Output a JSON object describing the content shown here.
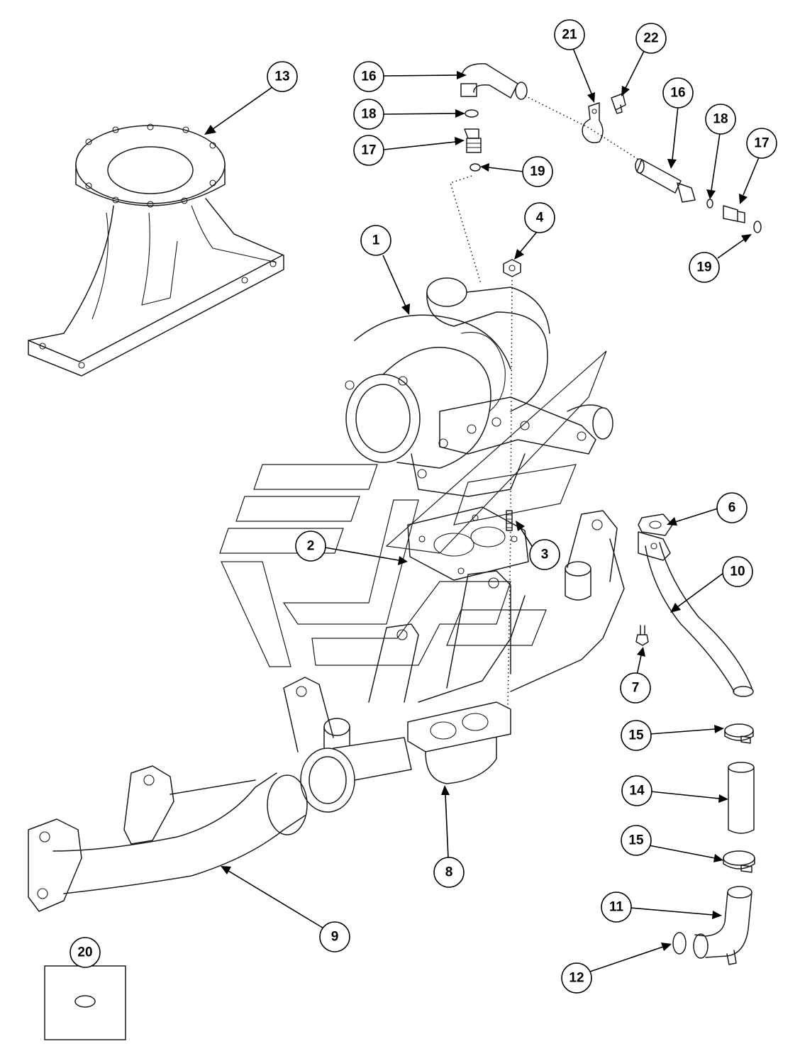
{
  "diagram": {
    "callouts": [
      {
        "label": "1"
      },
      {
        "label": "2"
      },
      {
        "label": "3"
      },
      {
        "label": "4"
      },
      {
        "label": "6"
      },
      {
        "label": "7"
      },
      {
        "label": "8"
      },
      {
        "label": "9"
      },
      {
        "label": "10"
      },
      {
        "label": "11"
      },
      {
        "label": "12"
      },
      {
        "label": "13"
      },
      {
        "label": "14"
      },
      {
        "label": "15"
      },
      {
        "label": "15"
      },
      {
        "label": "16"
      },
      {
        "label": "16"
      },
      {
        "label": "17"
      },
      {
        "label": "17"
      },
      {
        "label": "18"
      },
      {
        "label": "18"
      },
      {
        "label": "19"
      },
      {
        "label": "19"
      },
      {
        "label": "20"
      },
      {
        "label": "21"
      },
      {
        "label": "22"
      }
    ]
  }
}
